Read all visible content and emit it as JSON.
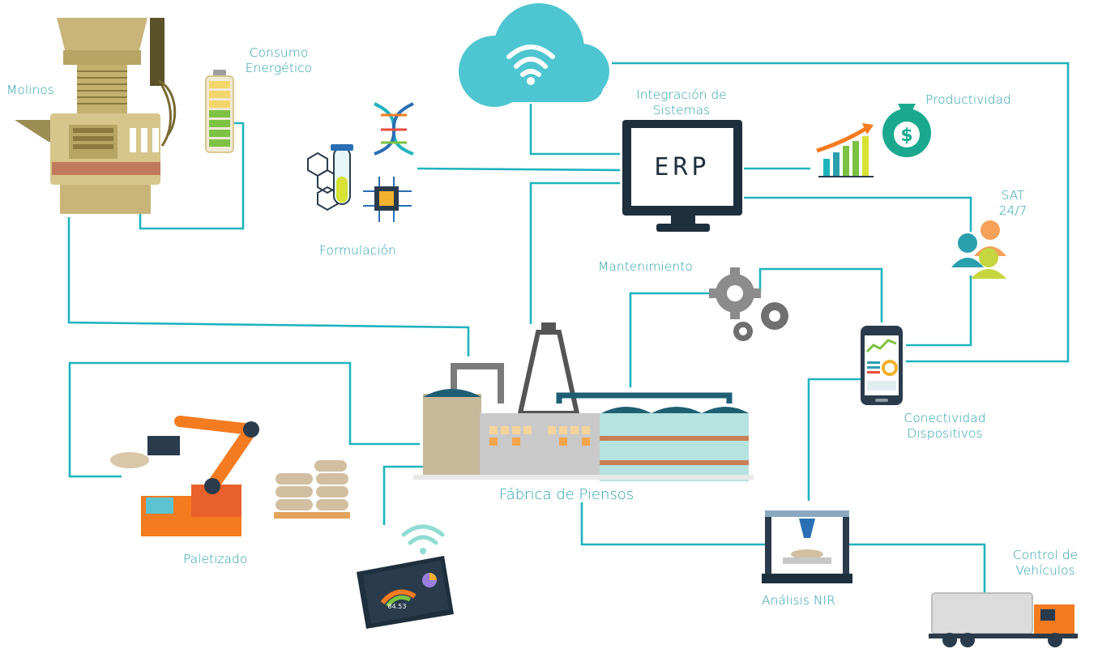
{
  "labels": {
    "molinos": "Molinos",
    "consumo_line1": "Consumo",
    "consumo_line2": "Energético",
    "formulacion": "Formulación",
    "integracion_line1": "Integración de",
    "integracion_line2": "Sistemas",
    "erp": "ERP",
    "productividad": "Productividad",
    "sat_line1": "SAT",
    "sat_line2": "24/7",
    "mantenimiento": "Mantenimiento",
    "conectividad_line1": "Conectividad",
    "conectividad_line2": "Dispositivos",
    "fabrica": "Fábrica de Piensos",
    "paletizado": "Paletizado",
    "analisis_nir": "Análisis NIR",
    "control_line1": "Control de",
    "control_line2": "Vehículos",
    "tablet_value": "84.53"
  },
  "icons": [
    "mill-machine-icon",
    "battery-icon",
    "dna-icon",
    "lab-flask-icon",
    "chip-icon",
    "cloud-wifi-icon",
    "erp-monitor-icon",
    "growth-chart-icon",
    "money-bag-icon",
    "support-team-icon",
    "gears-icon",
    "smartphone-icon",
    "feed-factory-icon",
    "robot-arm-icon",
    "sack-pallet-icon",
    "tablet-dashboard-icon",
    "wifi-icon",
    "nir-analyzer-icon",
    "truck-icon"
  ],
  "colors": {
    "connector": "#1fb3bf",
    "label": "#2a9fad",
    "cloud": "#4ec6d1",
    "orange": "#f47b20"
  }
}
